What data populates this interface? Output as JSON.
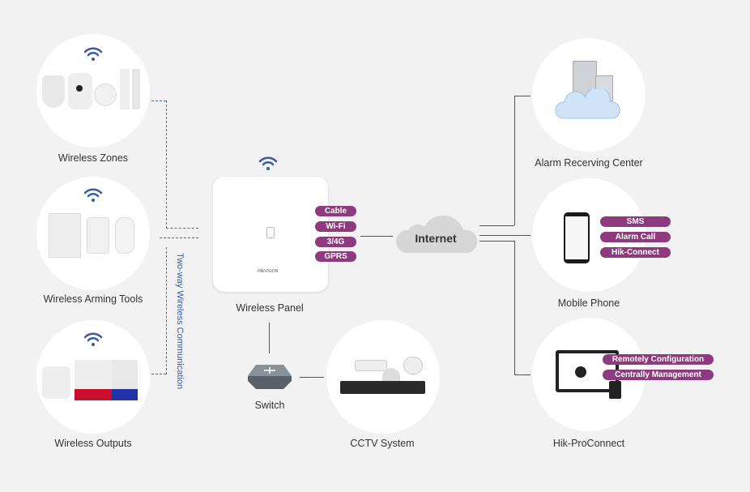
{
  "nodes": {
    "wireless_zones": "Wireless Zones",
    "wireless_arming_tools": "Wireless Arming Tools",
    "wireless_outputs": "Wireless Outputs",
    "wireless_panel": "Wireless Panel",
    "switch": "Switch",
    "cctv_system": "CCTV System",
    "internet": "Internet",
    "alarm_center": "Alarm Recerving Center",
    "mobile_phone": "Mobile Phone",
    "hik_proconnect": "Hik-ProConnect"
  },
  "communication_label": "Two-way Wireless Communication",
  "panel_connections": [
    "Cable",
    "Wi-Fi",
    "3/4G",
    "GPRS"
  ],
  "mobile_features": [
    "SMS",
    "Alarm Call",
    "Hik-Connect"
  ],
  "proconnect_features": [
    "Remotely Configuration",
    "Centrally Management"
  ],
  "panel_brand": "HIKVISION",
  "colors": {
    "accent": "#8e3a7e",
    "wifi": "#3a5ba0",
    "background": "#f2f2f2"
  }
}
